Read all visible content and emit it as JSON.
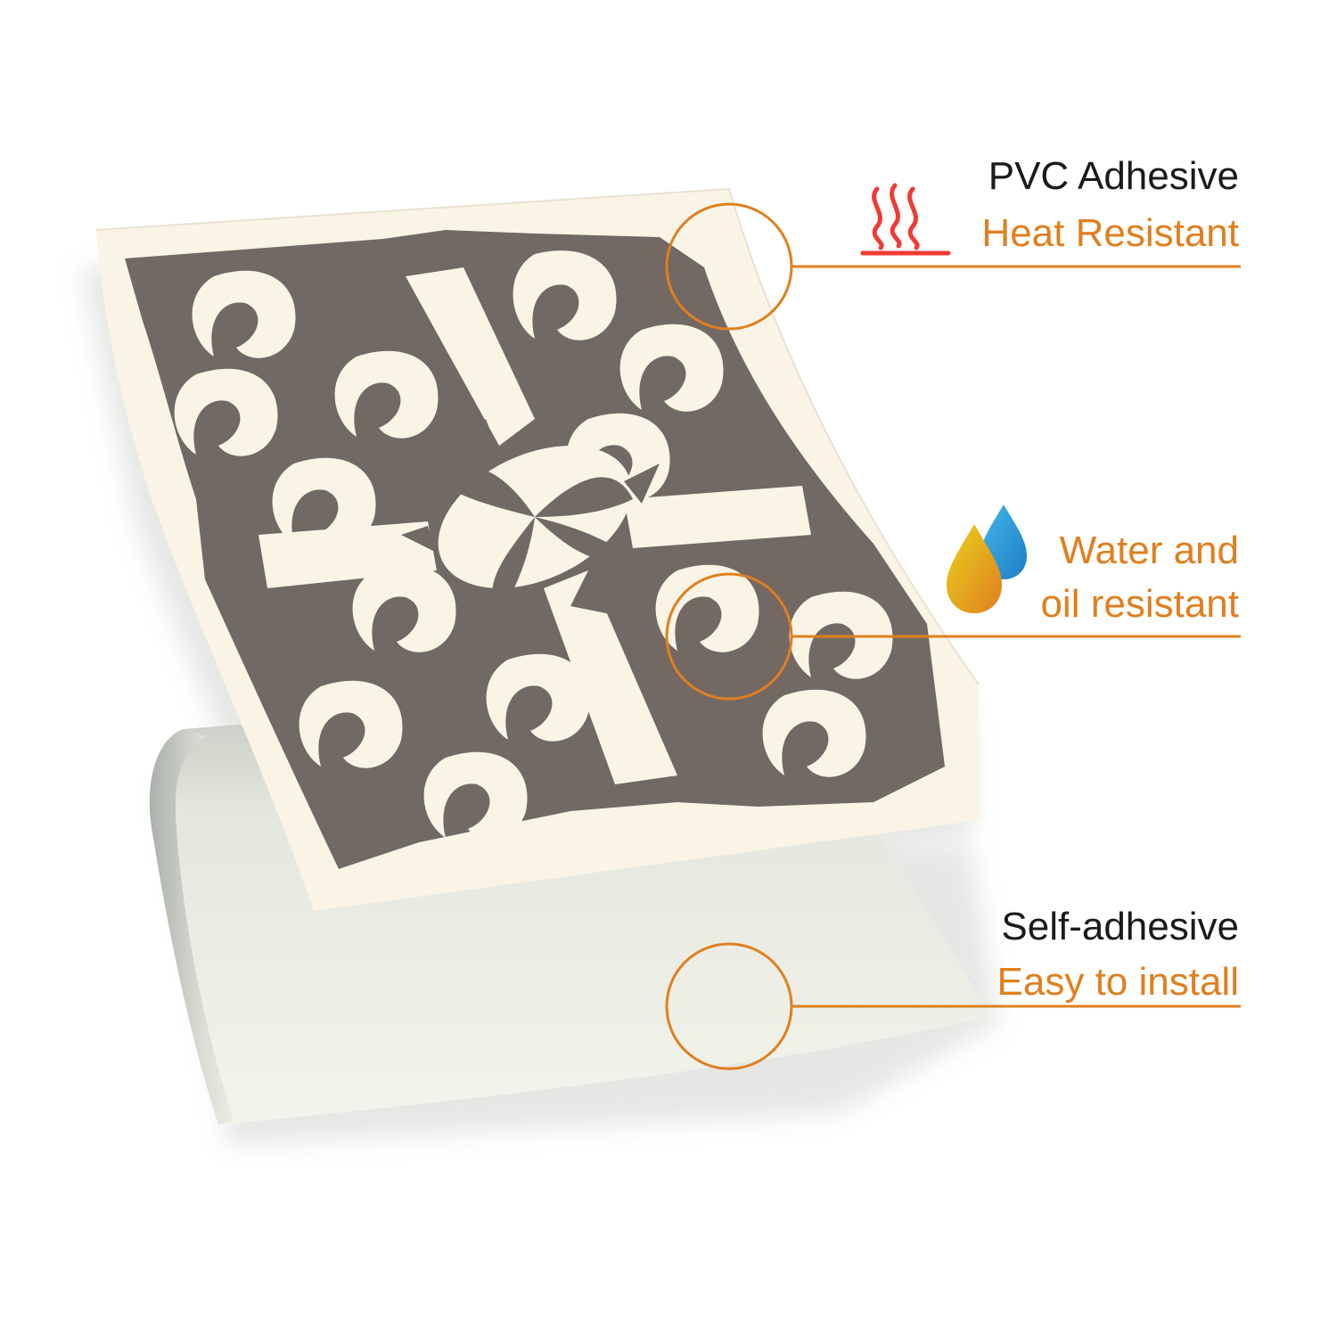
{
  "colors": {
    "accent": "#e07f1f",
    "heat": "#ef3b36",
    "pattern": "#736864",
    "tile": "#faf4e6",
    "backing": "#edefe6",
    "text": "#1a1a1a"
  },
  "features": [
    {
      "title": "PVC Adhesive",
      "subtitle": "Heat Resistant",
      "icon": "heat-waves-icon"
    },
    {
      "title": "",
      "subtitle_lines": [
        "Water and",
        "oil resistant"
      ],
      "icon": "water-oil-drops-icon"
    },
    {
      "title": "Self-adhesive",
      "subtitle": "Easy to install",
      "icon": ""
    }
  ]
}
